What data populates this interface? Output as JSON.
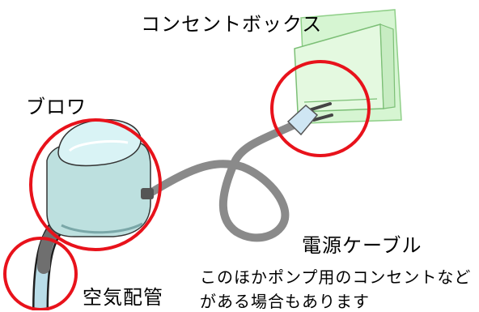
{
  "labels": {
    "outlet_box": "コンセントボックス",
    "blower": "ブロワ",
    "power_cable": "電源ケーブル",
    "air_pipe": "空気配管",
    "note_line1": "このほかポンプ用のコンセントなど",
    "note_line2": "がある場合もあります"
  },
  "colors": {
    "outlet_fill": "#d6f5d2",
    "blower_fill": "#bde0df",
    "blower_top": "#d9f3f5",
    "cable": "#8a8a8a",
    "highlight_circle": "#e8121b"
  }
}
